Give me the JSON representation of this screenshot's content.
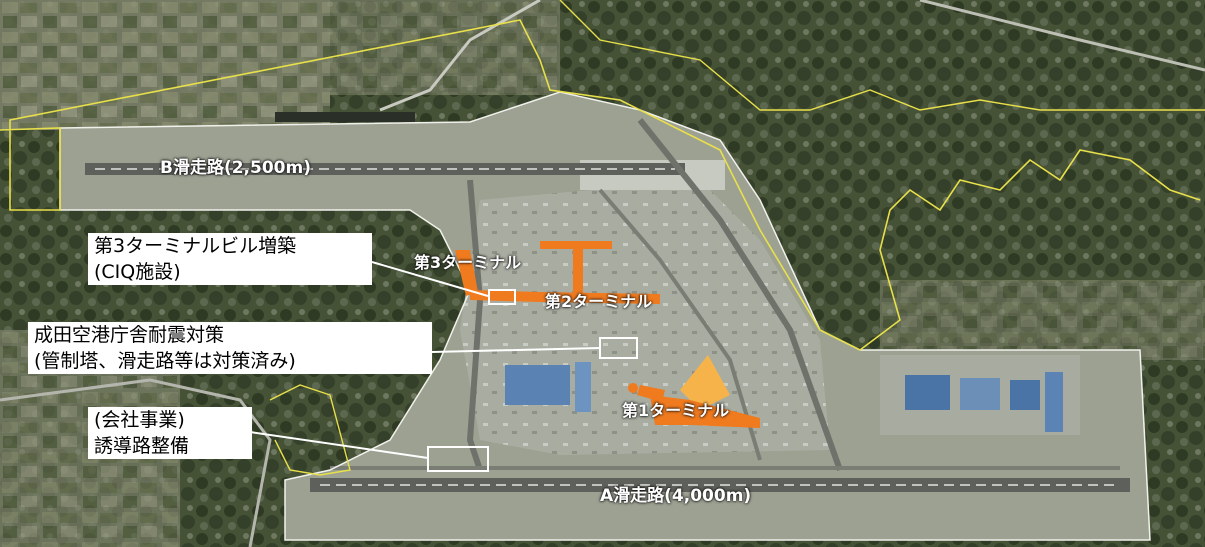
{
  "map": {
    "labels": {
      "runway_b": "B滑走路(2,500m)",
      "runway_a": "A滑走路(4,000m)",
      "terminal_3": "第3ターミナル",
      "terminal_2": "第2ターミナル",
      "terminal_1": "第1ターミナル"
    },
    "callouts": {
      "t3_expansion": {
        "line1": "第3ターミナルビル増築",
        "line2": "(CIQ施設)"
      },
      "seismic": {
        "line1": "成田空港庁舎耐震対策",
        "line2": "(管制塔、滑走路等は対策済み)"
      },
      "taxiway": {
        "line1": "(会社事業)",
        "line2": "誘導路整備"
      }
    },
    "colors": {
      "terrain_dark": "#3f4a32",
      "terrain_mid": "#6b7358",
      "airport_ground": "#9ea394",
      "boundary": "#e8e04a",
      "terminal_highlight": "#f07a1e",
      "terminal_highlight_light": "#f6b34a",
      "callout_box": "#ffffff"
    }
  }
}
